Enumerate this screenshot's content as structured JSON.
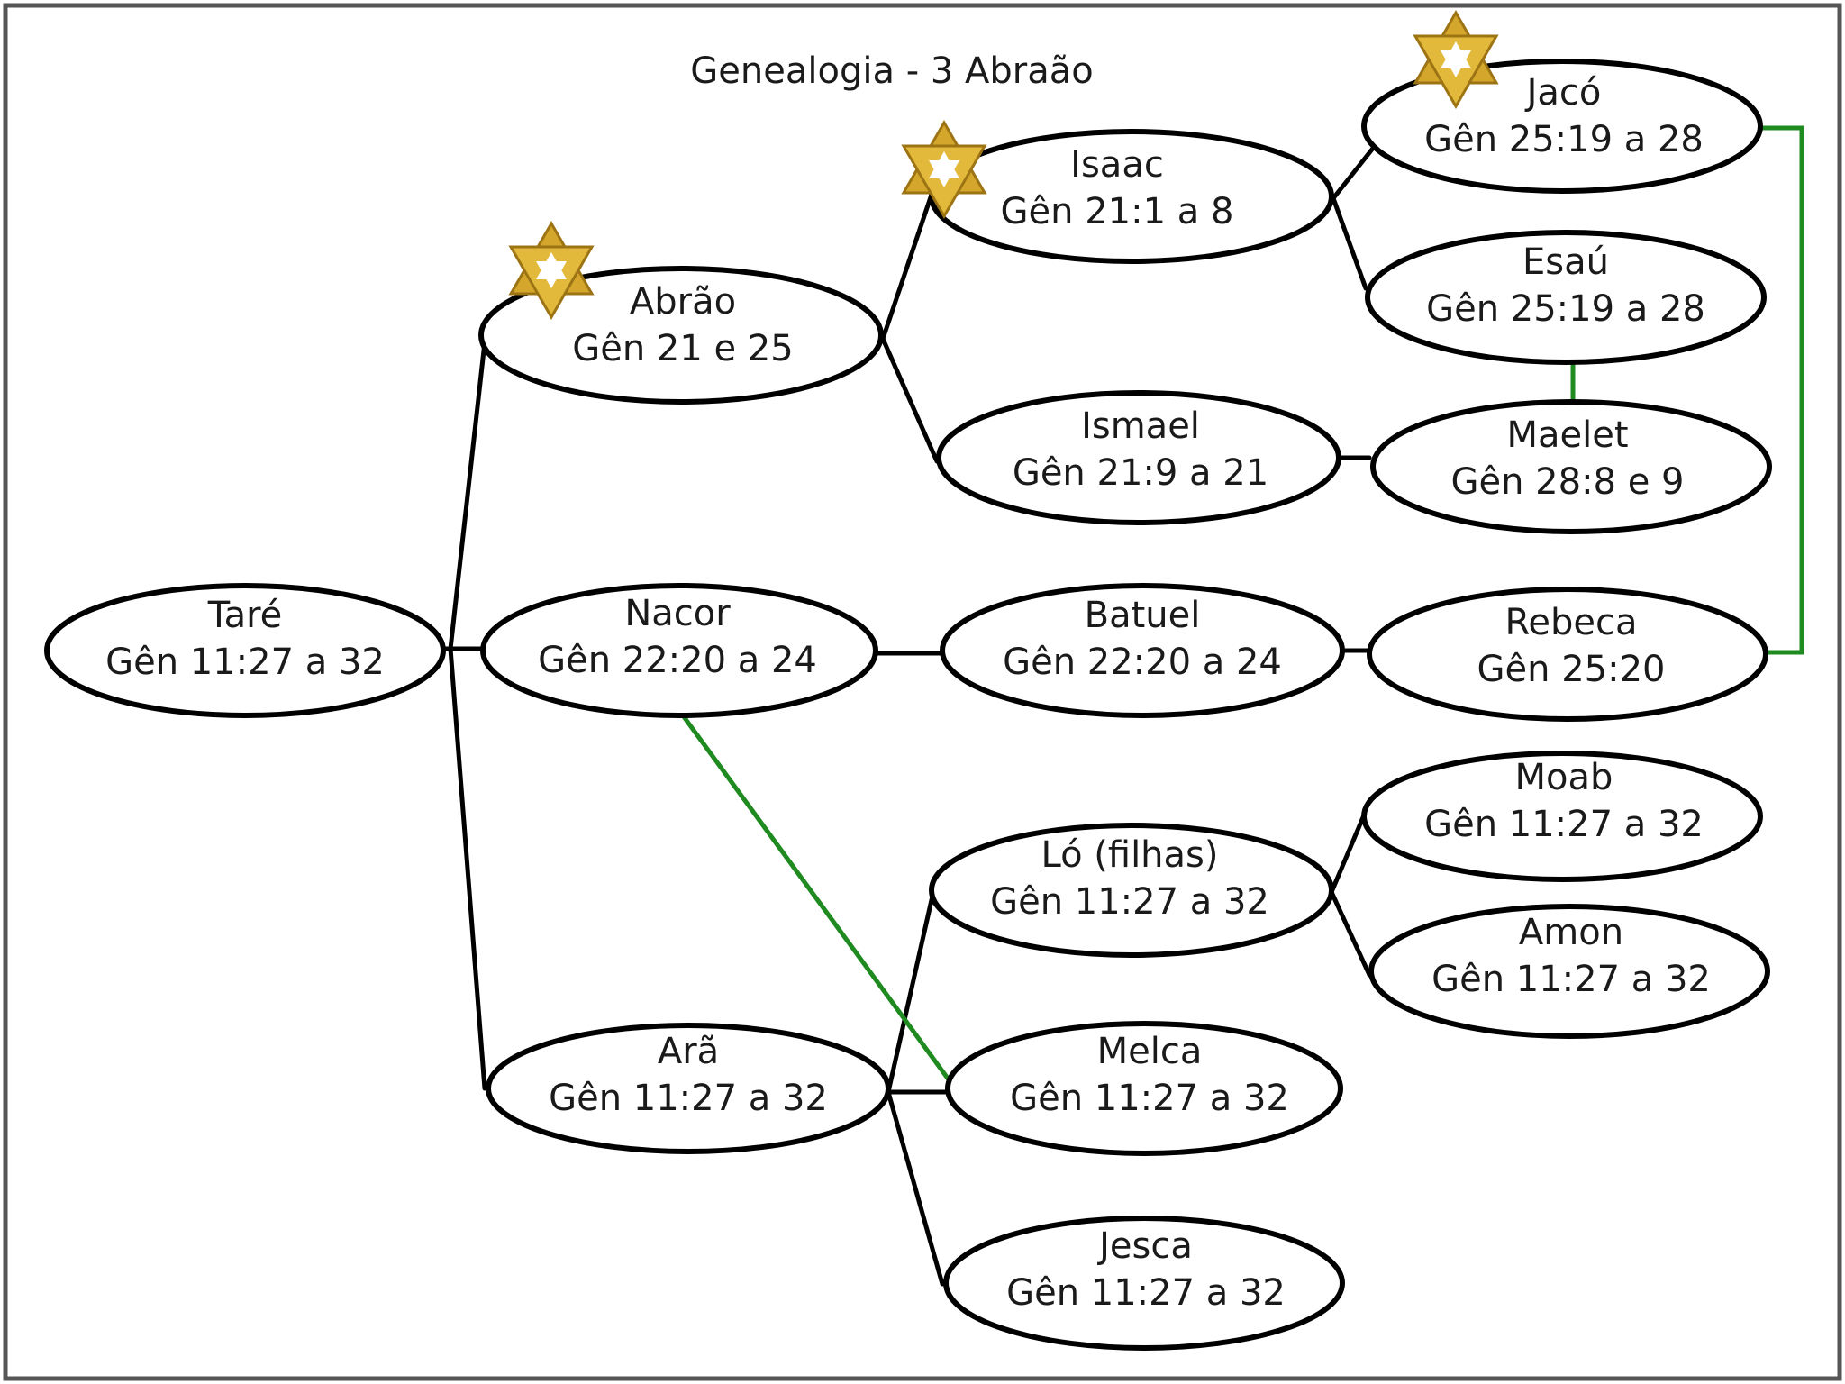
{
  "title": "Genealogia - 3 Abraão",
  "colors": {
    "line": "#000000",
    "marriage": "#1f8a1f",
    "star": "#d4a72c",
    "star_dark": "#9c7414"
  },
  "nodes": {
    "tare": {
      "name": "Taré",
      "ref": "Gên 11:27 a 32"
    },
    "abrao": {
      "name": "Abrão",
      "ref": "Gên 21 e 25"
    },
    "nacor": {
      "name": "Nacor",
      "ref": "Gên 22:20 a 24"
    },
    "ara": {
      "name": "Arã",
      "ref": "Gên 11:27 a 32"
    },
    "isaac": {
      "name": "Isaac",
      "ref": "Gên 21:1 a 8"
    },
    "ismael": {
      "name": "Ismael",
      "ref": "Gên 21:9 a 21"
    },
    "batuel": {
      "name": "Batuel",
      "ref": "Gên 22:20 a 24"
    },
    "lo": {
      "name": "Ló (filhas)",
      "ref": "Gên 11:27 a 32"
    },
    "melca": {
      "name": "Melca",
      "ref": "Gên 11:27 a 32"
    },
    "jesca": {
      "name": "Jesca",
      "ref": "Gên 11:27 a 32"
    },
    "jaco": {
      "name": "Jacó",
      "ref": "Gên 25:19 a 28"
    },
    "esau": {
      "name": "Esaú",
      "ref": "Gên 25:19 a 28"
    },
    "maelet": {
      "name": "Maelet",
      "ref": "Gên 28:8 e 9"
    },
    "rebeca": {
      "name": "Rebeca",
      "ref": "Gên 25:20"
    },
    "moab": {
      "name": "Moab",
      "ref": "Gên 11:27 a 32"
    },
    "amon": {
      "name": "Amon",
      "ref": "Gên 11:27 a 32"
    }
  },
  "icons": {
    "star": "star-of-david-icon"
  }
}
